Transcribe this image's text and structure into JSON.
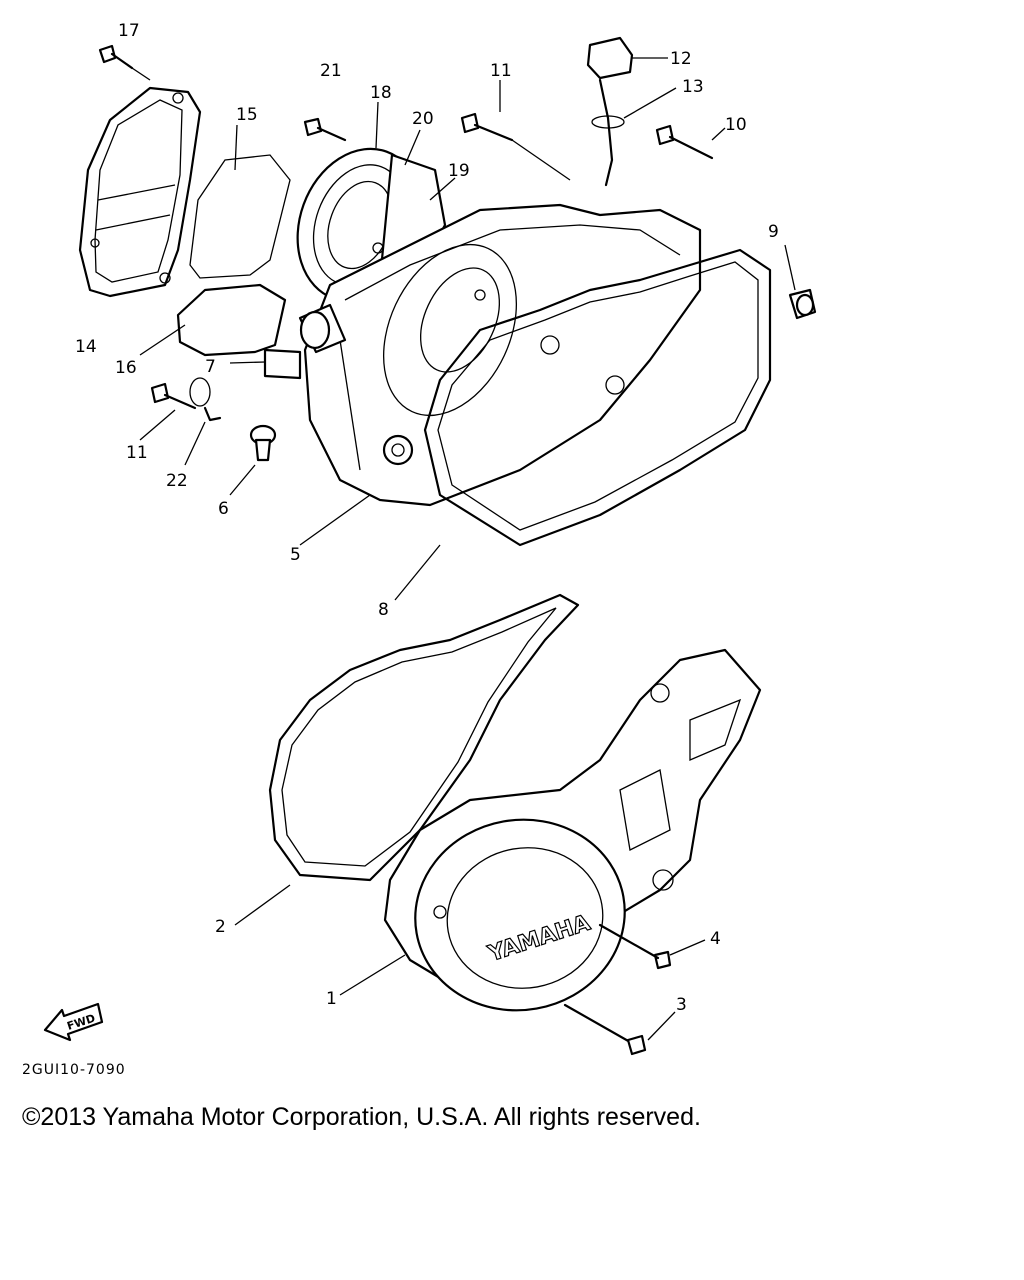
{
  "labels": {
    "p1": "1",
    "p2": "2",
    "p3": "3",
    "p4": "4",
    "p5": "5",
    "p6": "6",
    "p7": "7",
    "p8": "8",
    "p9": "9",
    "p10": "10",
    "p11a": "11",
    "p11b": "11",
    "p12": "12",
    "p13": "13",
    "p14": "14",
    "p15": "15",
    "p16": "16",
    "p17": "17",
    "p18": "18",
    "p19": "19",
    "p20": "20",
    "p21": "21",
    "p22": "22"
  },
  "cover_logo": "YAMAHA",
  "fwd_arrow": "FWD",
  "diagram_code": "2GUI10-7090",
  "copyright": "©2013 Yamaha Motor Corporation, U.S.A. All rights reserved."
}
